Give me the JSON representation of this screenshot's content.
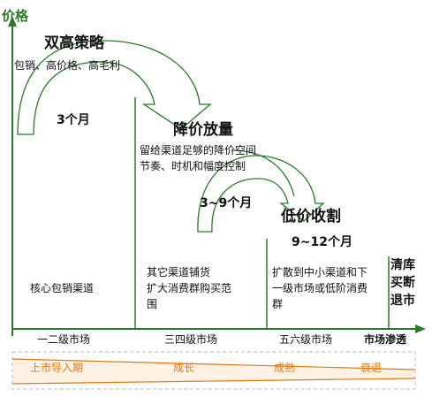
{
  "axes": {
    "y_label": "价格",
    "x_label": "市场渗透"
  },
  "phases": [
    {
      "title": "双高策略",
      "desc": [
        "包销、高价格、高毛利"
      ],
      "duration": "3个月"
    },
    {
      "title": "降价放量",
      "desc": [
        "留给渠道足够的降价空间",
        "节奏、时机和幅度控制"
      ],
      "duration": "3~9个月"
    },
    {
      "title": "低价收割",
      "desc": [],
      "duration": "9~12个月"
    },
    {
      "title": "清库 买断 退市",
      "lines": [
        "清库",
        "买断",
        "退市"
      ]
    }
  ],
  "segments": [
    {
      "text": [
        "核心包销渠道"
      ],
      "market": "一二级市场"
    },
    {
      "text": [
        "其它渠道铺货",
        "扩大消费群购买范",
        "围"
      ],
      "market": "三四级市场"
    },
    {
      "text": [
        "扩散到中小渠道和下",
        "一级市场或低阶消费",
        "群"
      ],
      "market": "五六级市场"
    }
  ],
  "stages": [
    "上市导入期",
    "成长",
    "成熟",
    "衰退"
  ],
  "colors": {
    "green": "#2a7a2a",
    "orange": "#e07a10",
    "arrow_fill": "#ffffff",
    "arrow_stroke": "#2a7a2a"
  }
}
